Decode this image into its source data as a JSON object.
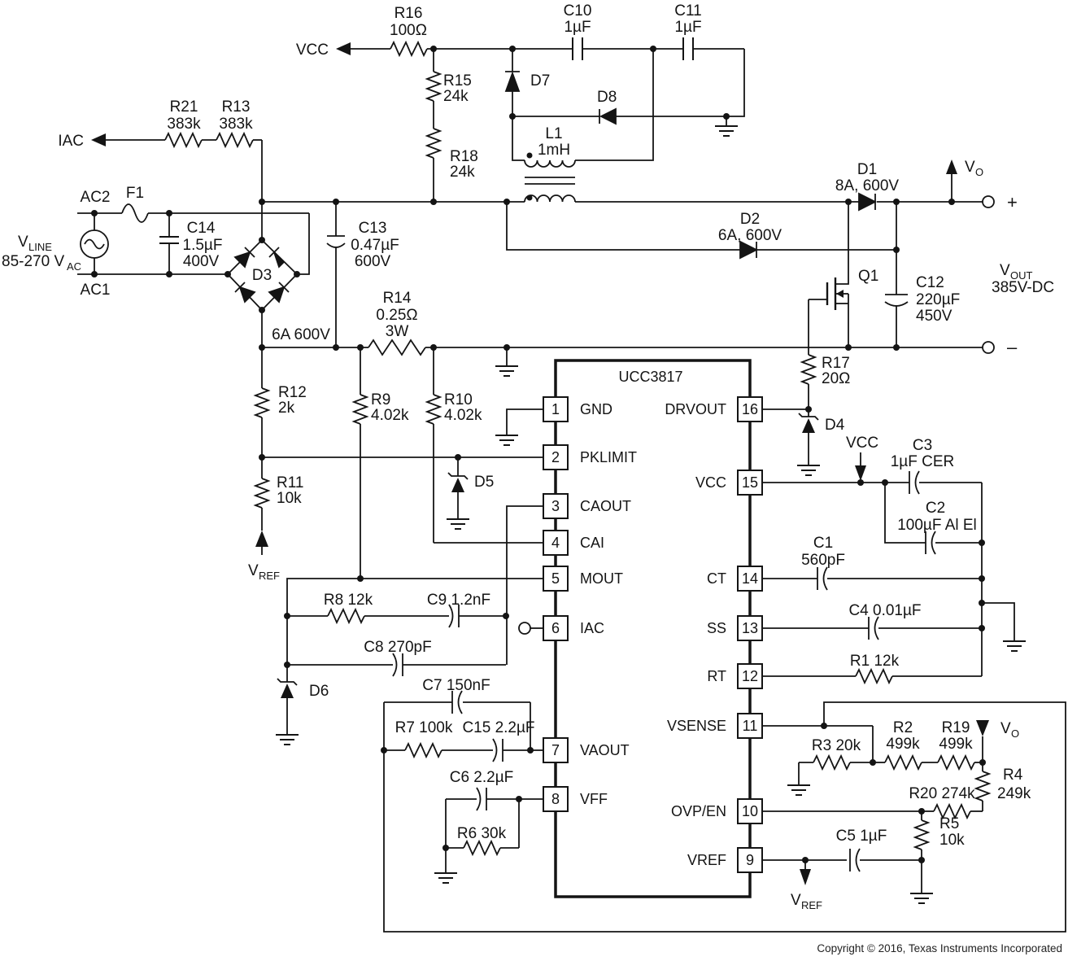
{
  "ic": {
    "title": "UCC3817",
    "left_pins": [
      {
        "num": "1",
        "name": "GND"
      },
      {
        "num": "2",
        "name": "PKLIMIT"
      },
      {
        "num": "3",
        "name": "CAOUT"
      },
      {
        "num": "4",
        "name": "CAI"
      },
      {
        "num": "5",
        "name": "MOUT"
      },
      {
        "num": "6",
        "name": "IAC"
      },
      {
        "num": "7",
        "name": "VAOUT"
      },
      {
        "num": "8",
        "name": "VFF"
      }
    ],
    "right_pins": [
      {
        "num": "16",
        "name": "DRVOUT"
      },
      {
        "num": "15",
        "name": "VCC"
      },
      {
        "num": "14",
        "name": "CT"
      },
      {
        "num": "13",
        "name": "SS"
      },
      {
        "num": "12",
        "name": "RT"
      },
      {
        "num": "11",
        "name": "VSENSE"
      },
      {
        "num": "10",
        "name": "OVP/EN"
      },
      {
        "num": "9",
        "name": "VREF"
      }
    ]
  },
  "components": {
    "R16": {
      "ref": "R16",
      "value": "100Ω"
    },
    "R15": {
      "ref": "R15",
      "value": "24k"
    },
    "R18": {
      "ref": "R18",
      "value": "24k"
    },
    "R21": {
      "ref": "R21",
      "value": "383k"
    },
    "R13": {
      "ref": "R13",
      "value": "383k"
    },
    "C10": {
      "ref": "C10",
      "value": "1µF"
    },
    "C11": {
      "ref": "C11",
      "value": "1µF"
    },
    "D7": {
      "ref": "D7"
    },
    "D8": {
      "ref": "D8"
    },
    "L1": {
      "ref": "L1",
      "value": "1mH"
    },
    "F1": {
      "ref": "F1"
    },
    "C14": {
      "ref": "C14",
      "value": "1.5µF",
      "rating": "400V"
    },
    "D3": {
      "ref": "D3",
      "rating": "6A  600V"
    },
    "C13": {
      "ref": "C13",
      "value": "0.47µF",
      "rating": "600V"
    },
    "R14": {
      "ref": "R14",
      "value": "0.25Ω",
      "rating": "3W"
    },
    "R12": {
      "ref": "R12",
      "value": "2k"
    },
    "R11": {
      "ref": "R11",
      "value": "10k"
    },
    "R9": {
      "ref": "R9",
      "value": "4.02k"
    },
    "R10": {
      "ref": "R10",
      "value": "4.02k"
    },
    "D5": {
      "ref": "D5"
    },
    "D6": {
      "ref": "D6"
    },
    "R8": {
      "label": "R8  12k"
    },
    "C9": {
      "label": "C9 1.2nF"
    },
    "C8": {
      "label": "C8  270pF"
    },
    "C7": {
      "label": "C7  150nF"
    },
    "R7": {
      "label": "R7  100k"
    },
    "C15": {
      "label": "C15  2.2µF"
    },
    "C6": {
      "label": "C6  2.2µF"
    },
    "R6": {
      "label": "R6 30k"
    },
    "D1": {
      "ref": "D1",
      "rating": "8A, 600V"
    },
    "D2": {
      "ref": "D2",
      "rating": "6A, 600V"
    },
    "Q1": {
      "ref": "Q1"
    },
    "C12": {
      "ref": "C12",
      "value": "220µF",
      "rating": "450V"
    },
    "R17": {
      "ref": "R17",
      "value": "20Ω"
    },
    "D4": {
      "ref": "D4"
    },
    "C3": {
      "ref": "C3",
      "value": "1µF CER"
    },
    "C2": {
      "ref": "C2",
      "value": "100µF Al El"
    },
    "C1": {
      "ref": "C1",
      "value": "560pF"
    },
    "C4": {
      "label": "C4   0.01µF"
    },
    "R1": {
      "label": "R1  12k"
    },
    "R3": {
      "label": "R3   20k"
    },
    "R2": {
      "ref": "R2",
      "value": "499k"
    },
    "R19": {
      "ref": "R19",
      "value": "499k"
    },
    "R4": {
      "ref": "R4",
      "value": "249k"
    },
    "R20": {
      "label": "R20 274k"
    },
    "R5": {
      "ref": "R5",
      "value": "10k"
    },
    "C5": {
      "label": "C5  1µF"
    }
  },
  "nets": {
    "vcc": "VCC",
    "iac": "IAC",
    "ac1": "AC1",
    "ac2": "AC2",
    "vline": {
      "main": "V",
      "sub": "LINE"
    },
    "vrange": {
      "main": "85-270 V",
      "sub": "AC"
    },
    "vo": {
      "main": "V",
      "sub": "O"
    },
    "vout": {
      "main": "V",
      "sub": "OUT"
    },
    "vout_value": "385V-DC",
    "vref": {
      "main": "V",
      "sub": "REF"
    },
    "plus": "+",
    "minus": "–"
  },
  "copyright": "Copyright © 2016, Texas Instruments Incorporated"
}
